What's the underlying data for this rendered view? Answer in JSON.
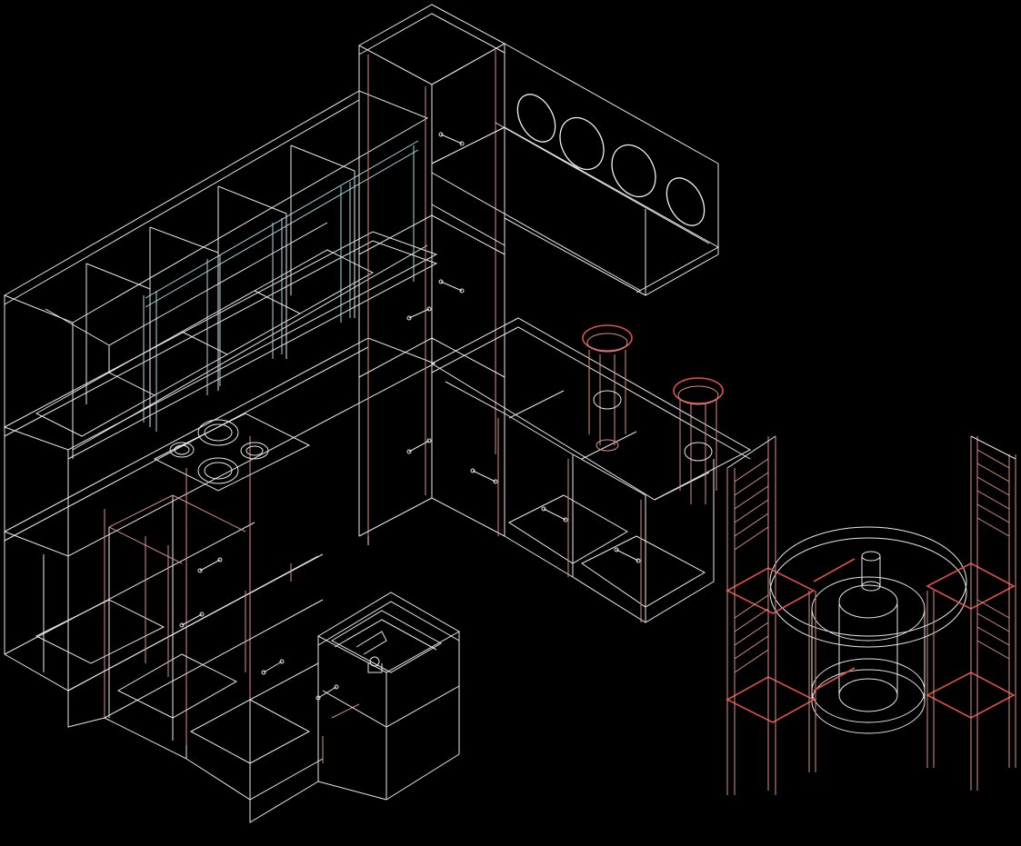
{
  "drawing": {
    "background": "#000000",
    "colors": {
      "primary_lines": "#e8e8e8",
      "secondary_lines": "#d98f86",
      "accent_lines": "#e0524a",
      "glass_lines": "#a8d8e0"
    },
    "objects": [
      "kitchen-base-cabinets",
      "kitchen-wall-cabinets",
      "tall-pantry-cabinet",
      "hanging-plate-rack",
      "cooktop-burners",
      "sink-island",
      "hanging-light-fixtures",
      "dining-table-round",
      "dining-chairs"
    ]
  }
}
